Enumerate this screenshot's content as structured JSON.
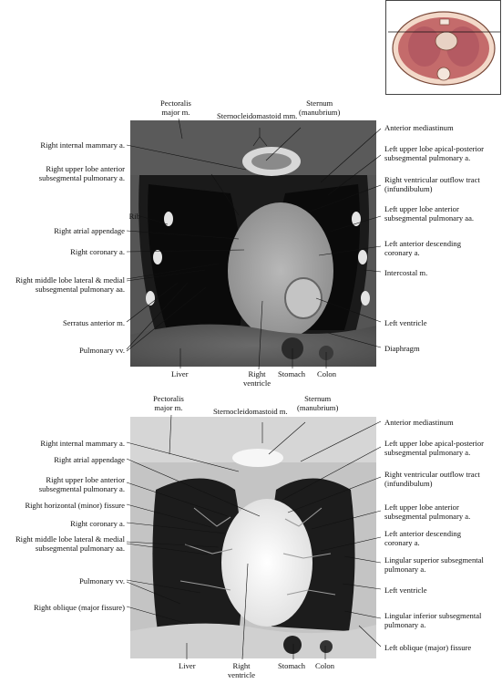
{
  "top": {
    "labels": [
      {
        "text": "Pectoralis\nmajor m."
      },
      {
        "text": "Sternocleidomastoid mm."
      },
      {
        "text": "Sternum\n(manubrium)"
      },
      {
        "text": "Anterior mediastinum"
      },
      {
        "text": "Right internal mammary a."
      },
      {
        "text": "Left upper lobe apical-posterior\nsubsegmental pulmonary a."
      },
      {
        "text": "Right upper lobe anterior\nsubsegmental pulmonary a."
      },
      {
        "text": "Right ventricular outflow tract\n(infundibulum)"
      },
      {
        "text": "Rib"
      },
      {
        "text": "Left upper lobe anterior\nsubsegmental pulmonary aa."
      },
      {
        "text": "Right atrial appendage"
      },
      {
        "text": "Right coronary a."
      },
      {
        "text": "Left anterior descending\ncoronary a."
      },
      {
        "text": "Intercostal m."
      },
      {
        "text": "Right middle lobe lateral & medial\nsubsegmental pulmonary aa."
      },
      {
        "text": "Serratus anterior m."
      },
      {
        "text": "Left ventricle"
      },
      {
        "text": "Pulmonary vv."
      },
      {
        "text": "Diaphragm"
      },
      {
        "text": "Liver"
      },
      {
        "text": "Right\nventricle"
      },
      {
        "text": "Stomach"
      },
      {
        "text": "Colon"
      }
    ]
  },
  "bottom": {
    "labels": [
      {
        "text": "Pectoralis\nmajor m."
      },
      {
        "text": "Sternocleidomastoid m."
      },
      {
        "text": "Sternum\n(manubrium)"
      },
      {
        "text": "Anterior mediastinum"
      },
      {
        "text": "Right internal mammary a."
      },
      {
        "text": "Right atrial appendage"
      },
      {
        "text": "Left upper lobe apical-posterior\nsubsegmental pulmonary a."
      },
      {
        "text": "Right upper lobe anterior\nsubsegmental pulmonary a."
      },
      {
        "text": "Right ventricular outflow tract\n(infundibulum)"
      },
      {
        "text": "Right horizontal (minor) fissure"
      },
      {
        "text": "Left upper lobe anterior\nsubsegmental pulmonary a."
      },
      {
        "text": "Right coronary a."
      },
      {
        "text": "Left anterior descending\ncoronary a."
      },
      {
        "text": "Right middle lobe lateral & medial\nsubsegmental pulmonary aa."
      },
      {
        "text": "Lingular superior subsegmental\npulmonary a."
      },
      {
        "text": "Pulmonary vv."
      },
      {
        "text": "Left ventricle"
      },
      {
        "text": "Right oblique (major fissure)"
      },
      {
        "text": "Lingular inferior subsegmental\npulmonary a."
      },
      {
        "text": "Left oblique (major) fissure"
      },
      {
        "text": "Liver"
      },
      {
        "text": "Right\nventricle"
      },
      {
        "text": "Stomach"
      },
      {
        "text": "Colon"
      }
    ]
  }
}
